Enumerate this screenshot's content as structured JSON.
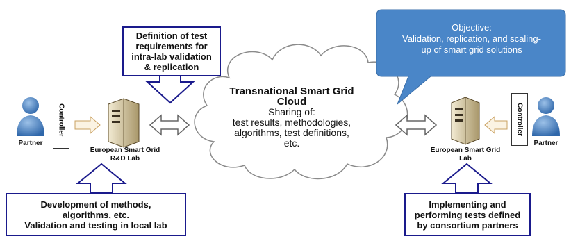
{
  "cloud": {
    "title_line1": "Transnational Smart Grid",
    "title_line2": "Cloud",
    "body_lines": [
      "Sharing of:",
      "test results, methodologies,",
      "algorithms, test definitions,",
      "etc."
    ]
  },
  "objective": {
    "line1": "Objective:",
    "line2": "Validation, replication, and scaling-",
    "line3": "up of smart grid solutions"
  },
  "top_box": {
    "lines": [
      "Definition of test",
      "requirements for",
      "intra-lab validation",
      "& replication"
    ]
  },
  "bottom_left_box": {
    "lines": [
      "Development of methods,",
      "algorithms, etc.",
      "Validation and testing in local lab"
    ]
  },
  "bottom_right_box": {
    "lines": [
      "Implementing and",
      "performing tests defined",
      "by consortium partners"
    ]
  },
  "left_side": {
    "partner_label": "Partner",
    "controller_label": "Controller",
    "lab_line1": "European Smart Grid",
    "lab_line2": "R&D Lab"
  },
  "right_side": {
    "partner_label": "Partner",
    "controller_label": "Controller",
    "lab_line1": "European Smart Grid",
    "lab_line2": "Lab"
  },
  "colors": {
    "box_border": "#1a1a8c",
    "callout_fill": "#4a86c8",
    "person": "#4f86c6",
    "server": "#c9b98c"
  },
  "icons": [
    "person-icon",
    "server-icon",
    "double-arrow-icon",
    "block-arrow-icon"
  ]
}
